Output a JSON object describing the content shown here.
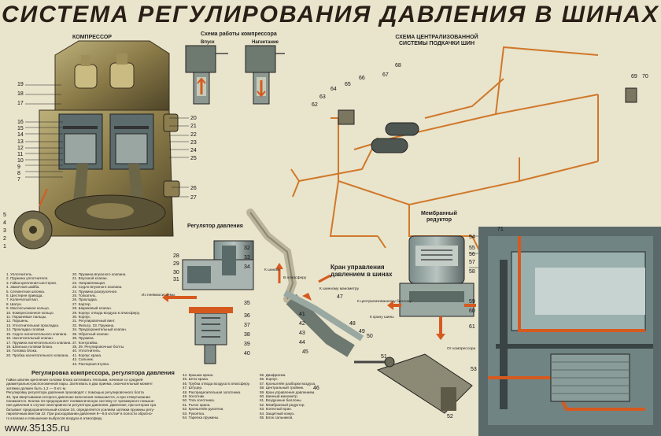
{
  "title": "СИСТЕМА РЕГУЛИРОВАНИЯ ДАВЛЕНИЯ В ШИНАХ",
  "sections": {
    "compressor": "КОМПРЕССОР",
    "compressor_scheme": "Схема работы компрессора",
    "intake": "Впуск",
    "discharge": "Нагнетание",
    "central_scheme_1": "СХЕМА ЦЕНТРАЛИЗОВАННОЙ",
    "central_scheme_2": "СИСТЕМЫ ПОДКАЧКИ ШИН",
    "regulator": "Регулятор давления",
    "valve_1": "Кран управления",
    "valve_2": "давлением в шинах",
    "membrane_1": "Мембранный",
    "membrane_2": "редуктор",
    "adjust_heading": "Регулировка компрессора, регулятора давления"
  },
  "notes": {
    "to_pneumo": "Из пневмосистемы",
    "to_atmo": "В атмосферу",
    "to_tire": "К шинам",
    "from_compressor": "От компрессора",
    "to_gauge": "К шинному манометру",
    "to_central_tires": "К централизованному баллону",
    "to_tire_valve": "К крану шины"
  },
  "legend_col1": [
    "1. Уплотнитель.",
    "2. Пружина уплотнителя.",
    "3. Гайка крепления шестерни.",
    "4. Замочная шайба.",
    "5. Сегментная шпонка.",
    "6. Шестерня привода.",
    "7. Коленчатый вал.",
    "8. Шатун.",
    "9. Маслосъемное кольцо.",
    "10. Компрессионное кольцо.",
    "11. Поршневые пальцы.",
    "12. Поршень.",
    "13. Уплотнительная прокладка.",
    "14. Прокладка головки.",
    "15. Седло нагнетательного клапана.",
    "16. Нагнетательный клапан.",
    "17. Пружина нагнетательного клапана.",
    "18. Шпилька головки блока.",
    "19. Головка блока.",
    "20. Пробка нагнетательного клапана."
  ],
  "legend_col2": [
    "20. Пружина впускного клапана.",
    "21. Впускной клапан.",
    "22. Направляющая.",
    "23. Седло впускного клапана.",
    "24. Пружина разгрузочное.",
    "25. Толкатель.",
    "26. Прокладка.",
    "27. Картер.",
    "28. Шариковый клапан.",
    "29. Корпус отвода воздуха в атмосферу.",
    "30. Корпус.",
    "31. Регулировочный винт.",
    "32. Фильтр. 33. Пружина.",
    "34. Предохранительный клапан.",
    "35. Обратный клапан.",
    "36. Пружина.",
    "37. Контргайка.",
    "38, 39. Регулировочные болты.",
    "40. Уплотнитель.",
    "41. Корпус крана.",
    "42. Сальник.",
    "43. Распорная втулка."
  ],
  "legend_col3": [
    "44. Крышка крана.",
    "45. Шток крана.",
    "46. Трубка отвода воздуха в атмосферу.",
    "47. Штуцер.",
    "48. Распределительная золотника.",
    "49. Золотник.",
    "50. Тяга золотника.",
    "51. Рычаг крана.",
    "52. Кронштейн рукоятки.",
    "53. Рукоятка.",
    "54. Тарелка пружины."
  ],
  "legend_col4": [
    "55. Диафрагма.",
    "56. Корпус.",
    "57. Кронштейн разборки воздуха.",
    "58. Центральный тройник.",
    "59. Кран управления давлением.",
    "60. Шинный манометр.",
    "61. Воздушные баллоны.",
    "62. Мембранный редуктор.",
    "63. Колесный кран.",
    "64. Защитный кожух.",
    "65. Блок сальников."
  ],
  "paragraph": [
    "Гайки шпилек крепления головки блока затягивать теплыми, начиная со средней",
    "диаметрально-расположенной пары. Затягивать в два приема, окончательный момент",
    "затяжки должен быть 1,2 — 0 кгс·м.",
    "Регулировку регулятора давления производят с помощью регулировочного болта",
    "40, при ввертывании которого давление включения повышается, а при отвертывании",
    "понижается. Кнопка 34 предохраняет пневматическую систему от чрезмерного повыше-",
    "ния давления в случае неисправности регулятора давления. Давление, при котором сра-",
    "батывает предохранительный клапан 34, определяется усилием затяжки пружины регу-",
    "лировочным винтом 22. При расходовании давления 9—9,5 кгс/см² в полости обратно-",
    "го клапана и повышение выбросов воздуха в атмосферу."
  ],
  "website": "www.35135.ru",
  "colors": {
    "background": "#e9e4cc",
    "title": "#2a1f17",
    "metal": "#8a8060",
    "dark_metal": "#4a4a40",
    "pipe": "#d0782a",
    "accent": "#d65a1f"
  }
}
